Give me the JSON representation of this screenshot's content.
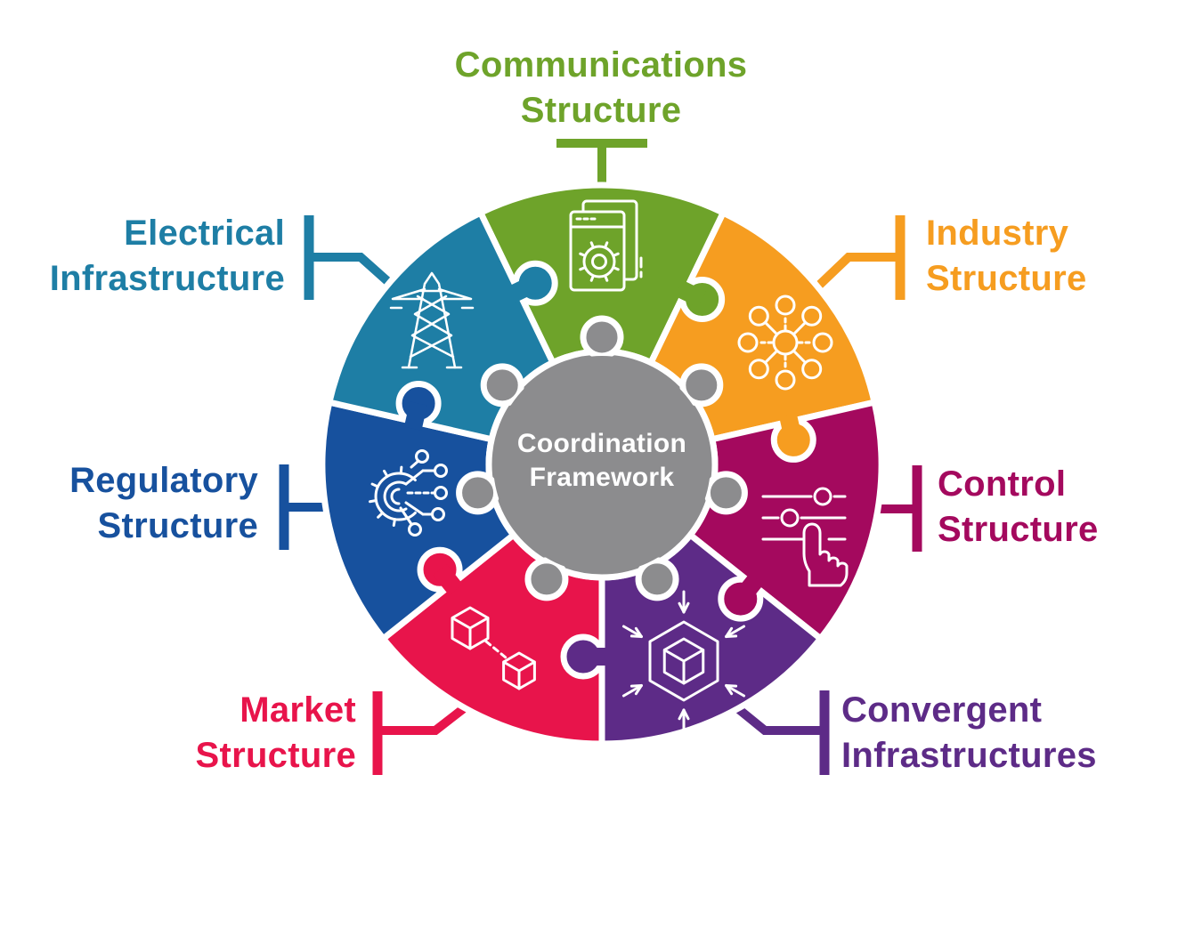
{
  "background": "#FFFFFF",
  "center": {
    "line1": "Coordination",
    "line2": "Framework",
    "color": "#8C8C8E",
    "text_color": "#FFFFFF"
  },
  "segments": [
    {
      "id": "communications",
      "line1": "Communications",
      "line2": "Structure",
      "color": "#6EA32A",
      "icon": "browser-gear-icon"
    },
    {
      "id": "industry",
      "line1": "Industry",
      "line2": "Structure",
      "color": "#F69D20",
      "icon": "hub-network-icon"
    },
    {
      "id": "control",
      "line1": "Control",
      "line2": "Structure",
      "color": "#A4095E",
      "icon": "sliders-hand-icon"
    },
    {
      "id": "convergent",
      "line1": "Convergent",
      "line2": "Infrastructures",
      "color": "#5D2B87",
      "icon": "converging-cube-icon"
    },
    {
      "id": "market",
      "line1": "Market",
      "line2": "Structure",
      "color": "#E8144B",
      "icon": "linked-cubes-icon"
    },
    {
      "id": "regulatory",
      "line1": "Regulatory",
      "line2": "Structure",
      "color": "#17519E",
      "icon": "gear-circuit-icon"
    },
    {
      "id": "electrical",
      "line1": "Electrical",
      "line2": "Infrastructure",
      "color": "#1E7EA5",
      "icon": "transmission-tower-icon"
    }
  ]
}
